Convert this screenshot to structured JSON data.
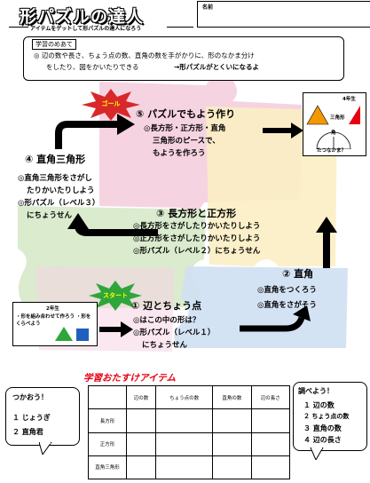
{
  "header": {
    "title": "形パズルの達人",
    "subtitle": "アイテムをゲットして形パズルの達人になろう",
    "name_label": "名前"
  },
  "goal": {
    "heading": "学習のめあて",
    "line1": "◎ 辺の数や長さ、ちょう点の数、直角の数を手がかりに、形のなかま分け",
    "line2": "をしたり、図をかいたりできる",
    "line3": "→形パズルがとくいになるよ"
  },
  "badges": {
    "goal": "ゴール",
    "start": "スタート"
  },
  "steps": {
    "s5": {
      "title": "⑤ パズルでもよう作り",
      "lines": [
        "◎長方形・正方形・直角",
        "三角形のピースで、",
        "もようを作ろう"
      ]
    },
    "s4": {
      "title": "④ 直角三角形",
      "lines": [
        "◎直角三角形をさがし",
        "たりかいたりしよう",
        "◎形パズル（レベル３）",
        "にちょうせん"
      ]
    },
    "s3": {
      "title": "③ 長方形と正方形",
      "lines": [
        "◎長方形をさがしたりかいたりしよう",
        "◎正方形をさがしたりかいたりしよう",
        "◎形パズル（レベル２）にちょうせん"
      ]
    },
    "s2": {
      "title": "② 直角",
      "lines": [
        "◎直角をつくろう",
        "◎直角をさがそう"
      ]
    },
    "s1": {
      "title": "① 辺とちょう点",
      "lines": [
        "◎はこの中の形は？",
        "◎形パズル（レベル１）",
        "にちょうせん"
      ]
    }
  },
  "grade4": {
    "label": "4年生",
    "shape_label": "三角形",
    "bottom_label": "たつなかま？",
    "mid_label": "角"
  },
  "grade2": {
    "label": "2年生",
    "text": "・形を組み合わせて作ろう ・形をくらべよう"
  },
  "items": {
    "title": "学習おたすけアイテム",
    "columns": [
      "",
      "辺の数",
      "ちょう点の数",
      "直角の数",
      "辺の長さ"
    ],
    "rows": [
      {
        "label": "長方形",
        "cells": [
          "",
          "",
          "",
          ""
        ]
      },
      {
        "label": "正方形",
        "cells": [
          "",
          "",
          "",
          ""
        ]
      },
      {
        "label": "直角三角形",
        "cells": [
          "",
          "",
          "",
          ""
        ]
      }
    ]
  },
  "left_bubble": {
    "heading": "つかおう！",
    "items": [
      "１ じょうぎ",
      "２ 直角君"
    ]
  },
  "right_bubble": {
    "heading": "調べよう！",
    "items": [
      "１ 辺の数",
      "２ ちょう点の数",
      "３ 直角の数",
      "４ 辺の長さ"
    ]
  },
  "colors": {
    "puzzle_pink": "#f6d3e1",
    "puzzle_green": "#d6e9c9",
    "puzzle_blue": "#cfe0f3",
    "puzzle_yellow": "#fbeec3",
    "burst_red": "#d8282a",
    "burst_green": "#2ea63a",
    "title_red": "#e60012"
  }
}
